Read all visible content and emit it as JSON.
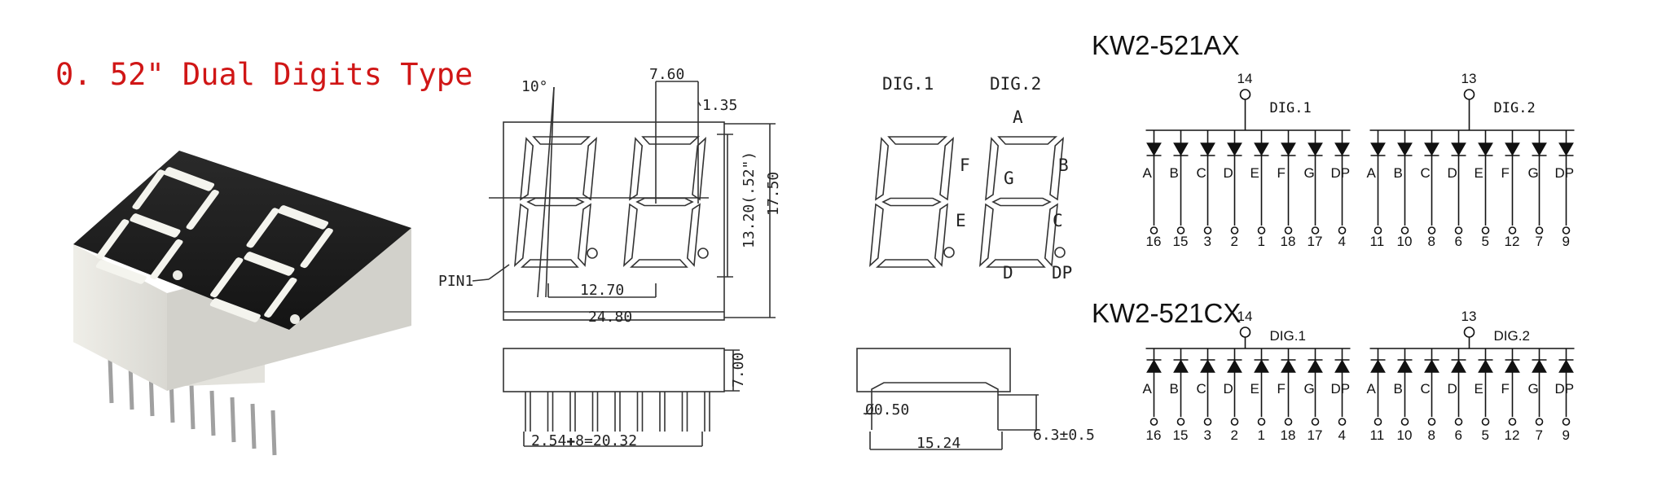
{
  "title": "0. 52\" Dual Digits Type",
  "dimensions": {
    "tilt": "10°",
    "digit_width": "7.60",
    "segment": "1.35",
    "height": "17.50",
    "digit_height": "13.20(.52\")",
    "pitch": "12.70",
    "width": "24.80",
    "pin1": "PIN1",
    "depth": "7.00",
    "pin_row": "2.54✚8=20.32",
    "pin_dia": "Ø0.50",
    "row_spacing": "15.24",
    "pin_len": "6.3±0.5"
  },
  "segment_diagram": {
    "dig1": "DIG.1",
    "dig2": "DIG.2",
    "labels": [
      "A",
      "B",
      "C",
      "D",
      "E",
      "F",
      "G",
      "DP"
    ]
  },
  "schematics": [
    {
      "model": "KW2-521AX",
      "groups": [
        {
          "com_pin": "14",
          "name": "DIG.1",
          "segments": [
            "A",
            "B",
            "C",
            "D",
            "E",
            "F",
            "G",
            "DP"
          ],
          "pins": [
            "16",
            "15",
            "3",
            "2",
            "1",
            "18",
            "17",
            "4"
          ]
        },
        {
          "com_pin": "13",
          "name": "DIG.2",
          "segments": [
            "A",
            "B",
            "C",
            "D",
            "E",
            "F",
            "G",
            "DP"
          ],
          "pins": [
            "11",
            "10",
            "8",
            "6",
            "5",
            "12",
            "7",
            "9"
          ]
        }
      ]
    },
    {
      "model": "KW2-521CX",
      "groups": [
        {
          "com_pin": "14",
          "name": "DIG.1",
          "segments": [
            "A",
            "B",
            "C",
            "D",
            "E",
            "F",
            "G",
            "DP"
          ],
          "pins": [
            "16",
            "15",
            "3",
            "2",
            "1",
            "18",
            "17",
            "4"
          ]
        },
        {
          "com_pin": "13",
          "name": "DIG.2",
          "segments": [
            "A",
            "B",
            "C",
            "D",
            "E",
            "F",
            "G",
            "DP"
          ],
          "pins": [
            "11",
            "10",
            "8",
            "6",
            "5",
            "12",
            "7",
            "9"
          ]
        }
      ]
    }
  ]
}
